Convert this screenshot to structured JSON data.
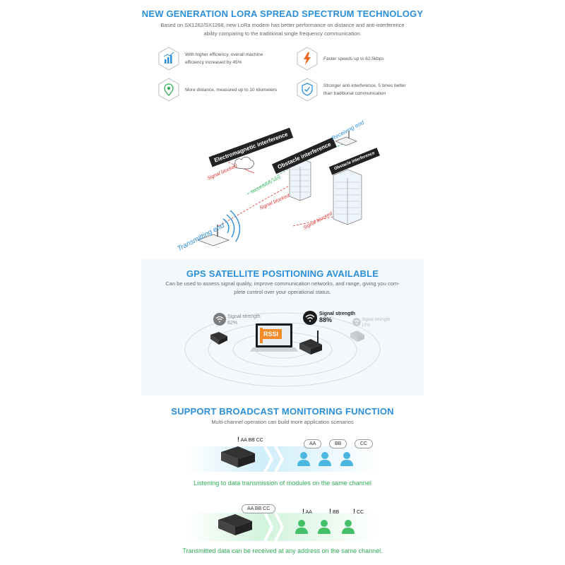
{
  "lora": {
    "title": "NEW GENERATION LORA SPREAD SPECTRUM TECHNOLOGY",
    "subtitle_line1": "Based on SX1262/SX1268, new LoRa modem has better performance on distance and anti-interference",
    "subtitle_line2": "ability comparing to the traditional single frequency communication.",
    "features": [
      {
        "icon": "bar-chart-icon",
        "line1": "With higher efficiency, overall machine",
        "line2": "efficiency increased by 45%"
      },
      {
        "icon": "lightning-icon",
        "line1": "Faster speeds up to 62.5kbps",
        "line2": ""
      },
      {
        "icon": "location-pin-icon",
        "line1": "More distance, measured up to 10 kilometers",
        "line2": ""
      },
      {
        "icon": "shield-check-icon",
        "line1": "Stronger anti-interference, 5 times better",
        "line2": "than traditional communication"
      }
    ],
    "diagram": {
      "em_interference": "Electromagnetic interference",
      "obstacle1": "Obstacle interference",
      "obstacle2": "Obstacle interference",
      "receiving_end": "Receiving end",
      "transmitting_end": "Transmitting end",
      "signal_blocked_1": "Signal blocked",
      "signal_blocked_2": "Signal blocked",
      "signal_blocked_3": "Signal blocked",
      "successfully_sent": "Successfully sent"
    }
  },
  "gps": {
    "title": "GPS SATELLITE POSITIONING AVAILABLE",
    "subtitle_line1": "Can be used to assess signal quality, improve communication networks, and range, giving you com-",
    "subtitle_line2": "plete control over your operational status.",
    "rssi_label": "RSSI",
    "signals": [
      {
        "label": "Signal strength",
        "value": "62%",
        "color": "#8a8a8a"
      },
      {
        "label": "Signal strength",
        "value": "88%",
        "color": "#222222"
      },
      {
        "label": "Signal strength",
        "value": "13%",
        "color": "#b9b9b9"
      }
    ]
  },
  "broadcast": {
    "title": "SUPPORT BROADCAST MONITORING FUNCTION",
    "subtitle": "Multi-channel operation can build more application scenarios",
    "row1": {
      "sender_mark": "AA BB CC",
      "bubbles": [
        "AA",
        "BB",
        "CC"
      ],
      "caption": "Listening to data transmission of modules on the same channel",
      "accent": "#4bb6e0"
    },
    "row2": {
      "sender_bubble": "AA BB CC",
      "marks": [
        "AA",
        "BB",
        "CC"
      ],
      "caption": "Transmitted data can be received at any address on the same channel.",
      "accent": "#44c06a"
    }
  }
}
